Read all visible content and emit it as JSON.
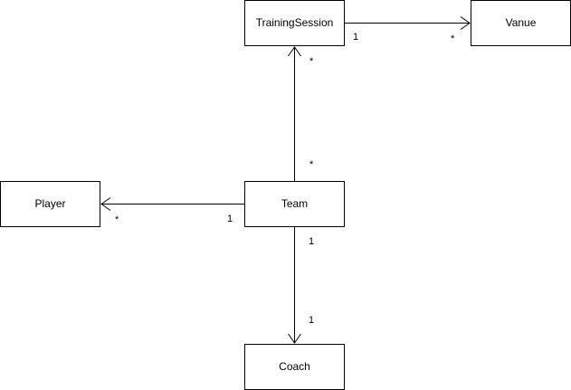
{
  "nodes": {
    "training_session": "TrainingSession",
    "vanue": "Vanue",
    "player": "Player",
    "team": "Team",
    "coach": "Coach"
  },
  "edges": {
    "training_to_vanue": {
      "source_mult": "1",
      "target_mult": "*"
    },
    "team_to_training": {
      "source_mult": "*",
      "target_mult": "*"
    },
    "team_to_player": {
      "source_mult": "1",
      "target_mult": "*"
    },
    "team_to_coach": {
      "source_mult": "1",
      "target_mult": "1"
    }
  },
  "colors": {
    "stroke": "#000000",
    "fill": "#ffffff"
  }
}
